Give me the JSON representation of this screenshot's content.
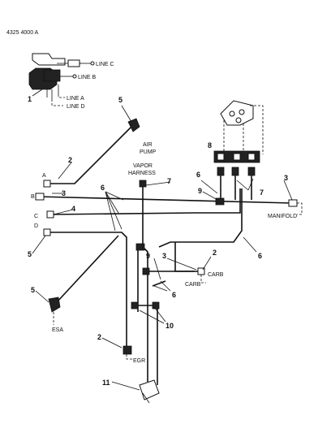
{
  "ref_code": "4325 4000 A",
  "labels": {
    "line_c": "LINE C",
    "line_b": "LINE B",
    "line_a": "LINE A",
    "line_d": "LINE D",
    "air_pump": [
      "AIR",
      "PUMP"
    ],
    "vapor_harness": [
      "VAPOR",
      "HARNESS"
    ],
    "manifold": "MANIFOLD",
    "carb_upper": "CARB",
    "carb_lower": "CARB",
    "esa": "ESA",
    "egr": "EGR",
    "end_a": "A",
    "end_b": "B",
    "end_c": "C",
    "end_d": "D"
  },
  "callouts": {
    "n1": "1",
    "n2_top": "2",
    "n2_carb": "2",
    "n2_egr": "2",
    "n3_left": "3",
    "n3_right": "3",
    "n3_carb": "3",
    "n4": "4",
    "n5_top": "5",
    "n5_mid": "5",
    "n5_low": "5",
    "n6_main": "6",
    "n6_mid": "6",
    "n6_right": "6",
    "n6_low": "6",
    "n7_vapor": "7",
    "n7_right": "7",
    "n8": "8",
    "n9_right": "9",
    "n9_center": "9",
    "n10": "10",
    "n11": "11"
  }
}
